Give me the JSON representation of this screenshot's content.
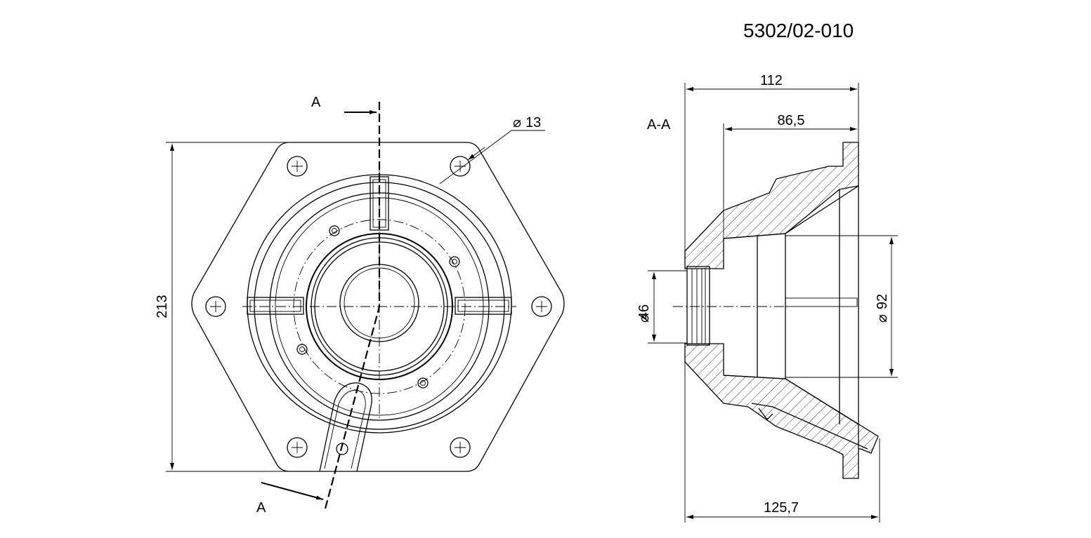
{
  "title": "5302/02-010",
  "section_marker_top": "A",
  "section_marker_bottom": "A",
  "section_label": "A-A",
  "dimensions": {
    "hole_diameter": "13",
    "height": "213",
    "overall_length": "112",
    "inner_length": "86,5",
    "bottom_length": "125,7",
    "small_diameter": "46",
    "large_diameter": "92"
  },
  "colors": {
    "line": "#000000",
    "background": "#ffffff"
  }
}
